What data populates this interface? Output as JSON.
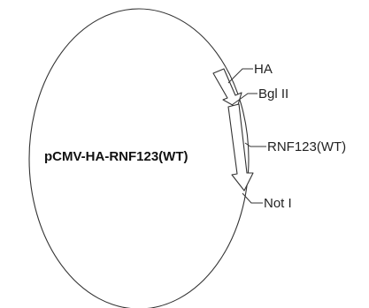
{
  "plasmid": {
    "name": "pCMV-HA-RNF123(WT)"
  },
  "features": [
    {
      "label": "HA",
      "kind": "tag"
    },
    {
      "label": "RNF123(WT)",
      "kind": "insert"
    }
  ],
  "sites": [
    {
      "label": "Bgl II"
    },
    {
      "label": "Not I"
    }
  ],
  "colors": {
    "stroke": "#333333",
    "arrow_fill": "#ffffff",
    "text": "#222222"
  }
}
